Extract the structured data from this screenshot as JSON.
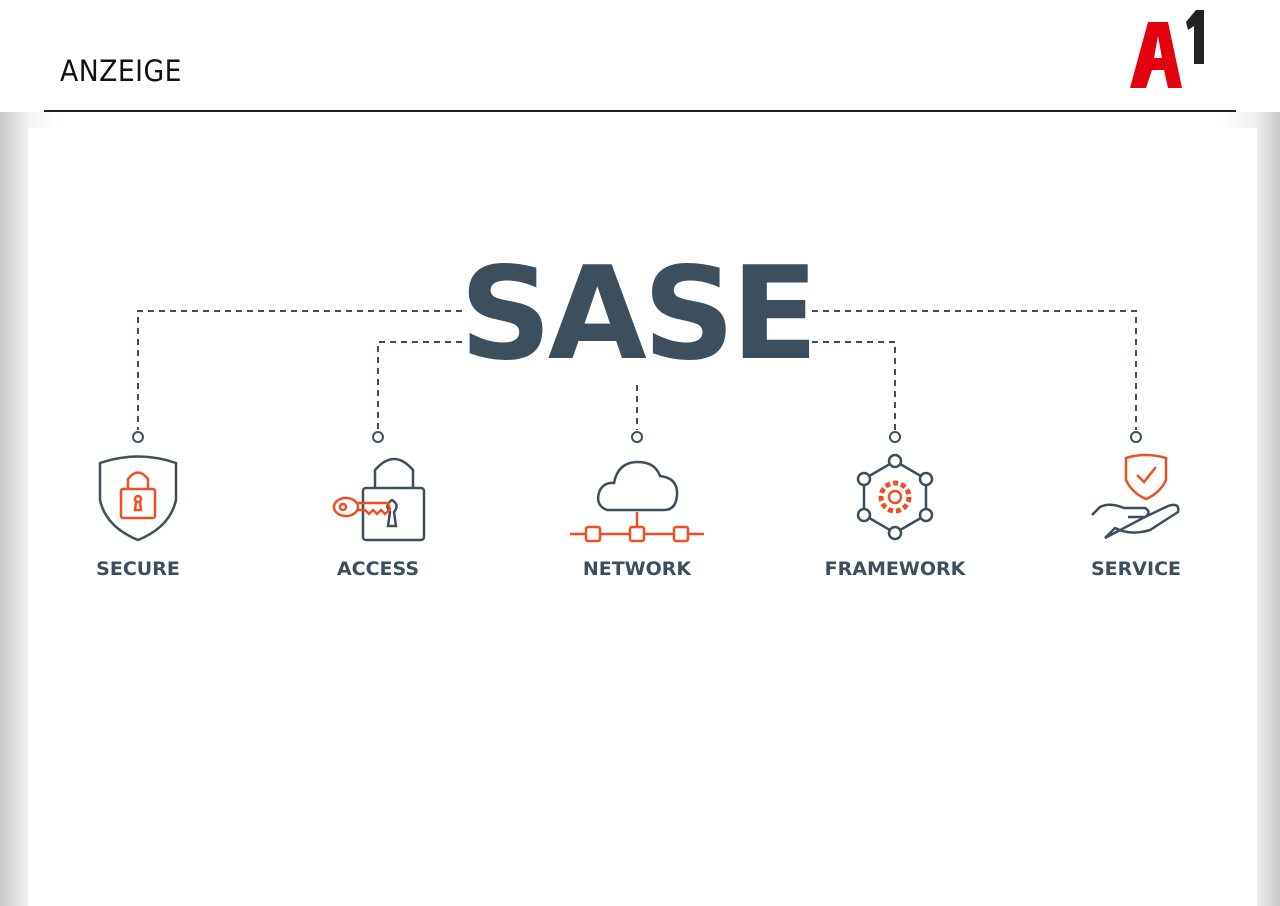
{
  "header": {
    "label": "ANZEIGE",
    "logo_text": "A1"
  },
  "diagram": {
    "title": "SASE",
    "items": [
      {
        "label": "SECURE",
        "icon": "shield-lock-icon"
      },
      {
        "label": "ACCESS",
        "icon": "padlock-key-icon"
      },
      {
        "label": "NETWORK",
        "icon": "cloud-network-icon"
      },
      {
        "label": "FRAMEWORK",
        "icon": "gear-hexagon-icon"
      },
      {
        "label": "SERVICE",
        "icon": "hand-shield-icon"
      }
    ]
  },
  "colors": {
    "dark": "#3d4f5c",
    "accent": "#f04e23",
    "brand_red": "#e3000f"
  }
}
